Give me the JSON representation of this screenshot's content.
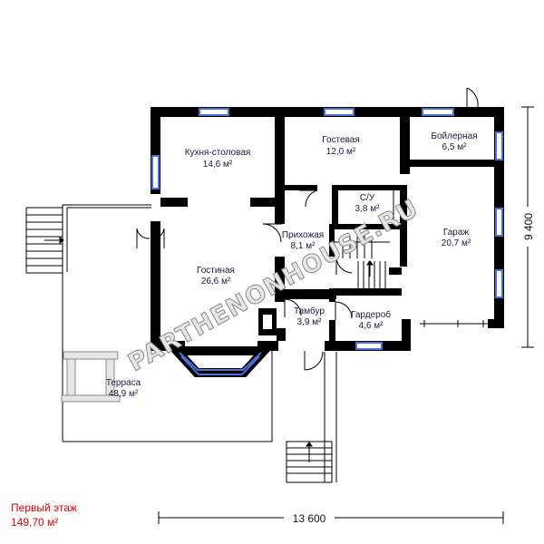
{
  "floor": {
    "title": "Первый этаж",
    "area": "149,70 м²"
  },
  "dimensions": {
    "width": "13 600",
    "height": "9 400"
  },
  "watermark": {
    "text": "PARTHENONHOUSE.RU"
  },
  "rooms": [
    {
      "name": "Кухня-столовая",
      "area": "14,6 м²"
    },
    {
      "name": "Гостевая",
      "area": "12,0 м²"
    },
    {
      "name": "Бойлерная",
      "area": "6,5 м²"
    },
    {
      "name": "С/У",
      "area": "3,8 м²"
    },
    {
      "name": "Прихожая",
      "area": "8,1 м²"
    },
    {
      "name": "Гараж",
      "area": "20,7 м²"
    },
    {
      "name": "Гостиная",
      "area": "26,6 м²"
    },
    {
      "name": "Тамбур",
      "area": "3,9 м²"
    },
    {
      "name": "Гардероб",
      "area": "4,6 м²"
    },
    {
      "name": "Терраса",
      "area": "48,9 м²"
    }
  ],
  "colors": {
    "wall": "#000000",
    "window": "#4a6fd8",
    "floor_title": "#e00000",
    "room_text": "#1a1a3a"
  }
}
